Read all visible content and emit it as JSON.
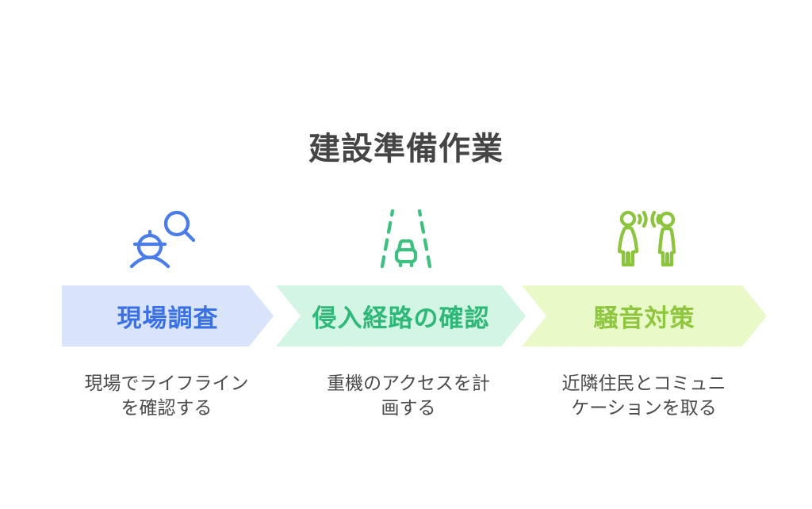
{
  "title": "建設準備作業",
  "background_color": "#ffffff",
  "title_color": "#454545",
  "description_color": "#4a4a4a",
  "steps": [
    {
      "label": "現場調査",
      "description": "現場でライフライン\nを確認する",
      "icon": "worker-search-icon",
      "arrow_fill": "#d9e4fb",
      "label_color": "#3a70e5",
      "icon_color": "#4a7de9"
    },
    {
      "label": "侵入経路の確認",
      "description": "重機のアクセスを計\n画する",
      "icon": "road-vehicle-icon",
      "arrow_fill": "#d2f6e3",
      "label_color": "#2eb878",
      "icon_color": "#3fc080"
    },
    {
      "label": "騒音対策",
      "description": "近隣住民とコミュニ\nケーションを取る",
      "icon": "people-communication-icon",
      "arrow_fill": "#e9f9c8",
      "label_color": "#8ec63d",
      "icon_color": "#8cc43d"
    }
  ]
}
